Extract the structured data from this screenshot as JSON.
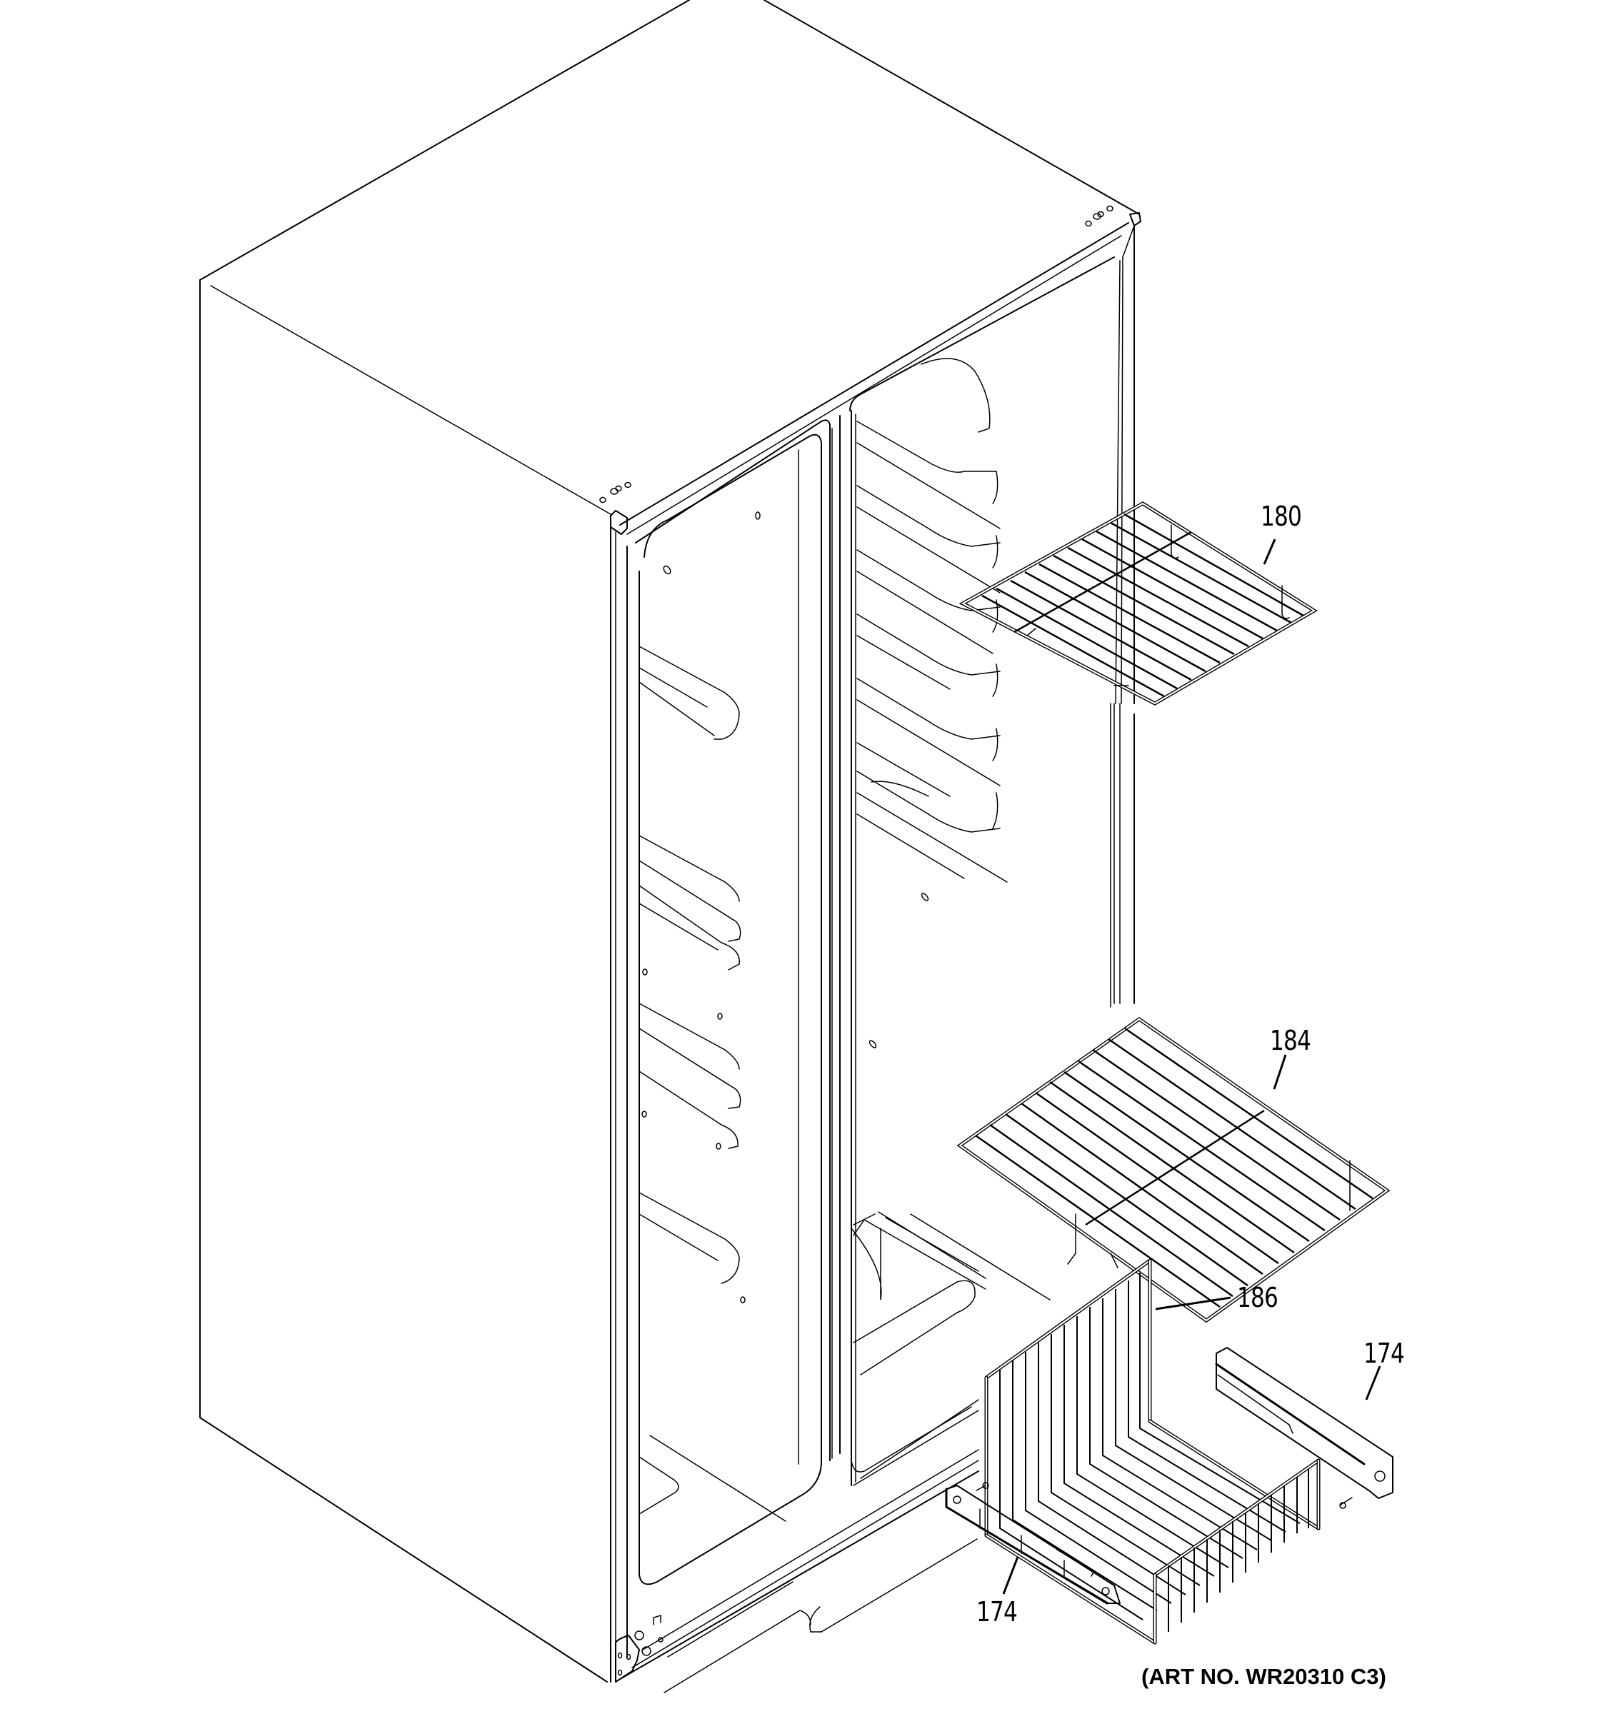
{
  "diagram": {
    "title": "Refrigerator freezer section – shelves and basket",
    "art_number": "(ART NO. WR20310 C3)",
    "callouts": [
      {
        "id": "180",
        "label": "180",
        "part": "freezer-shelf-upper"
      },
      {
        "id": "184",
        "label": "184",
        "part": "freezer-shelf-lower"
      },
      {
        "id": "186",
        "label": "186",
        "part": "freezer-basket"
      },
      {
        "id": "174a",
        "label": "174",
        "part": "basket-slide-right"
      },
      {
        "id": "174b",
        "label": "174",
        "part": "basket-slide-left"
      }
    ],
    "colors": {
      "line": "#000000",
      "background": "#ffffff"
    }
  }
}
